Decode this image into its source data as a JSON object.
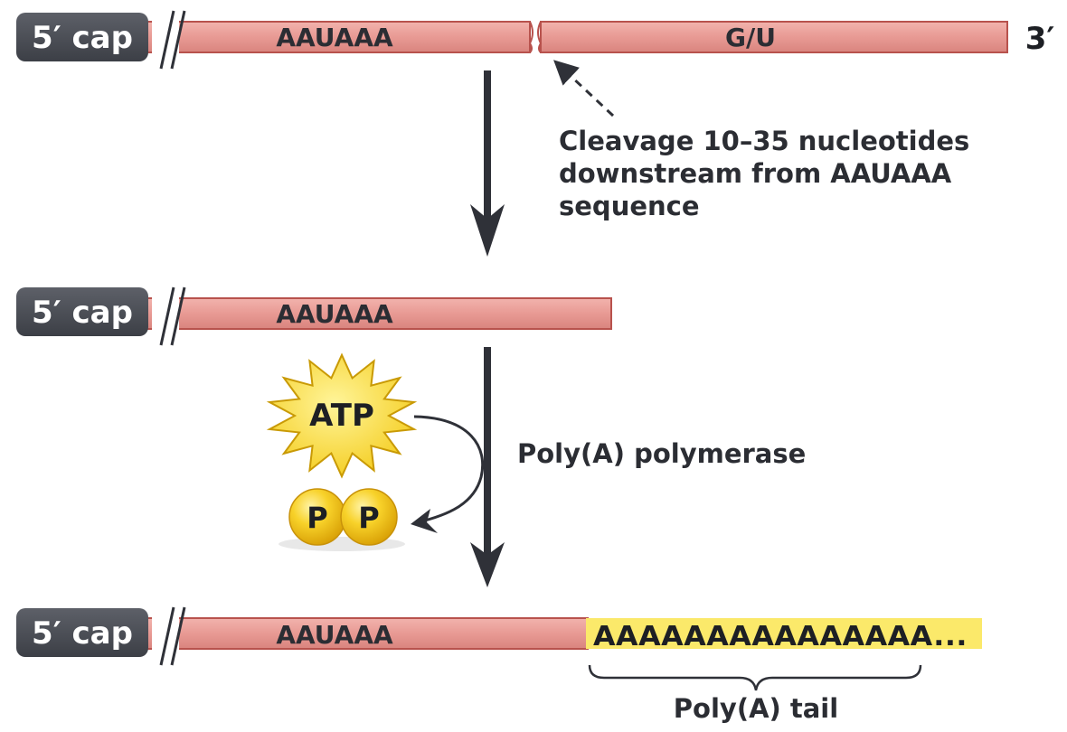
{
  "colors": {
    "rna": "#e89a94",
    "rna_edge": "#b8524d",
    "cap": "#4a4d54",
    "arrow": "#2f3138",
    "polya_tail": "#fbe96a",
    "atp": "#f8d93a",
    "phosphate": "#f6c21c"
  },
  "row1": {
    "cap_label": "5′ cap",
    "signal": "AAUAAA",
    "downstream": "G/U",
    "end_label": "3′"
  },
  "cleavage_note": {
    "lines": [
      "Cleavage 10–35 nucleotides",
      "downstream from AAUAAA",
      "sequence"
    ]
  },
  "row2": {
    "cap_label": "5′ cap",
    "signal": "AAUAAA"
  },
  "reaction": {
    "atp_label": "ATP",
    "phosphate_labels": [
      "P",
      "P"
    ],
    "enzyme_label": "Poly(A) polymerase"
  },
  "row3": {
    "cap_label": "5′ cap",
    "signal": "AAUAAA",
    "tail_sequence": "AAAAAAAAAAAAAAA...",
    "tail_label": "Poly(A) tail"
  }
}
